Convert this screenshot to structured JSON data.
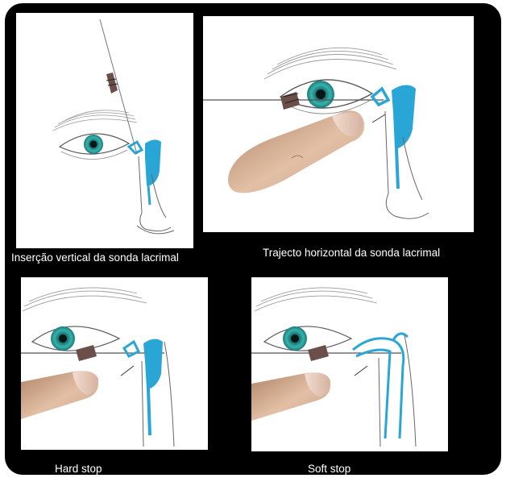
{
  "captions": {
    "vertical": "Inserção vertical da sonda lacrimal",
    "horizontal": "Trajecto horizontal da sonda lacrimal",
    "hard": "Hard stop",
    "soft": "Soft stop"
  },
  "colors": {
    "duct": "#2aa6d6",
    "iris": "#2fa3a0",
    "skin": "#d9b59a",
    "frame": "#000000"
  }
}
